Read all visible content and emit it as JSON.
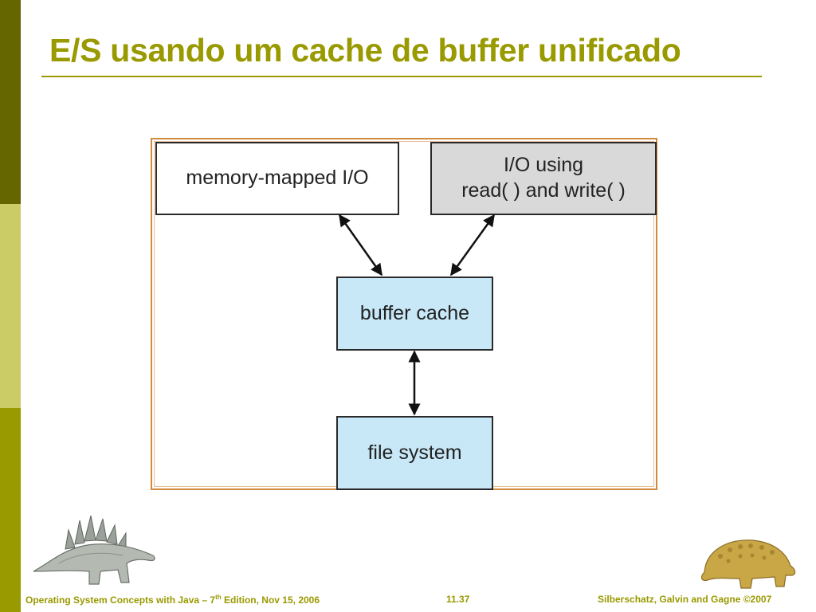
{
  "slide": {
    "title": "E/S usando um cache de buffer unificado"
  },
  "diagram": {
    "memory_mapped_label": "memory-mapped I/O",
    "io_label_line1": "I/O using",
    "io_label_line2": "read( ) and write( )",
    "buffer_cache_label": "buffer cache",
    "file_system_label": "file system"
  },
  "footer": {
    "left_prefix": "Operating System Concepts with Java – 7",
    "left_sup": "th",
    "left_suffix": " Edition, Nov 15, 2006",
    "page": "11.37",
    "right": "Silberschatz, Galvin and Gagne ©2007"
  },
  "colors": {
    "accent": "#999900",
    "frame": "#d18a3d",
    "box_blue": "#c8e8f8",
    "box_gray": "#d9d9d9"
  }
}
